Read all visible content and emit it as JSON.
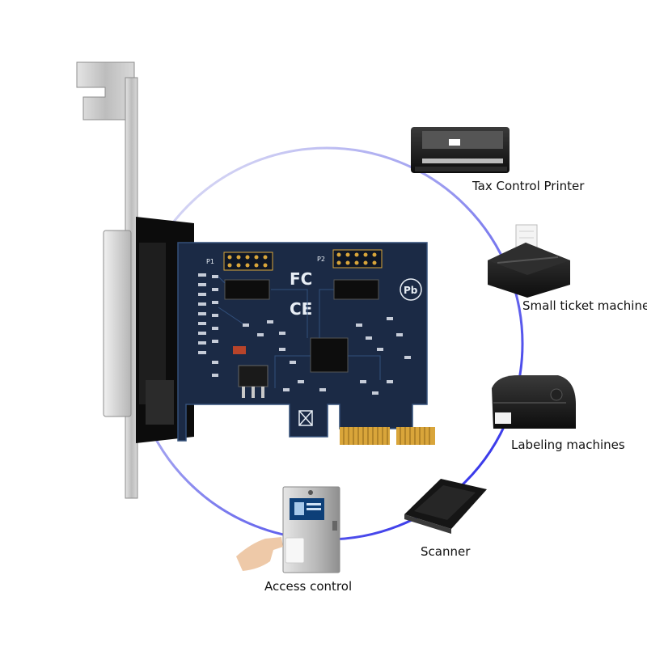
{
  "devices": [
    {
      "id": "tax",
      "label": "Tax Control Printer",
      "icon": "tax-control-printer-icon"
    },
    {
      "id": "ticket",
      "label": "Small ticket machine",
      "icon": "ticket-printer-icon"
    },
    {
      "id": "labeling",
      "label": "Labeling machines",
      "icon": "label-printer-icon"
    },
    {
      "id": "scanner",
      "label": "Scanner",
      "icon": "scanner-icon"
    },
    {
      "id": "access",
      "label": "Access control",
      "icon": "access-control-terminal-icon"
    }
  ],
  "board": {
    "header_p1": "P1",
    "header_p2": "P2",
    "fc_mark": "FC",
    "ce_mark": "CE",
    "pb_mark": "Pb"
  },
  "colors": {
    "ring_start": "#e6e6f2",
    "ring_end": "#1a1ae6",
    "pcb": "#1b2a45",
    "gold": "#d9a53a",
    "bracket": "#c8c8c8"
  }
}
